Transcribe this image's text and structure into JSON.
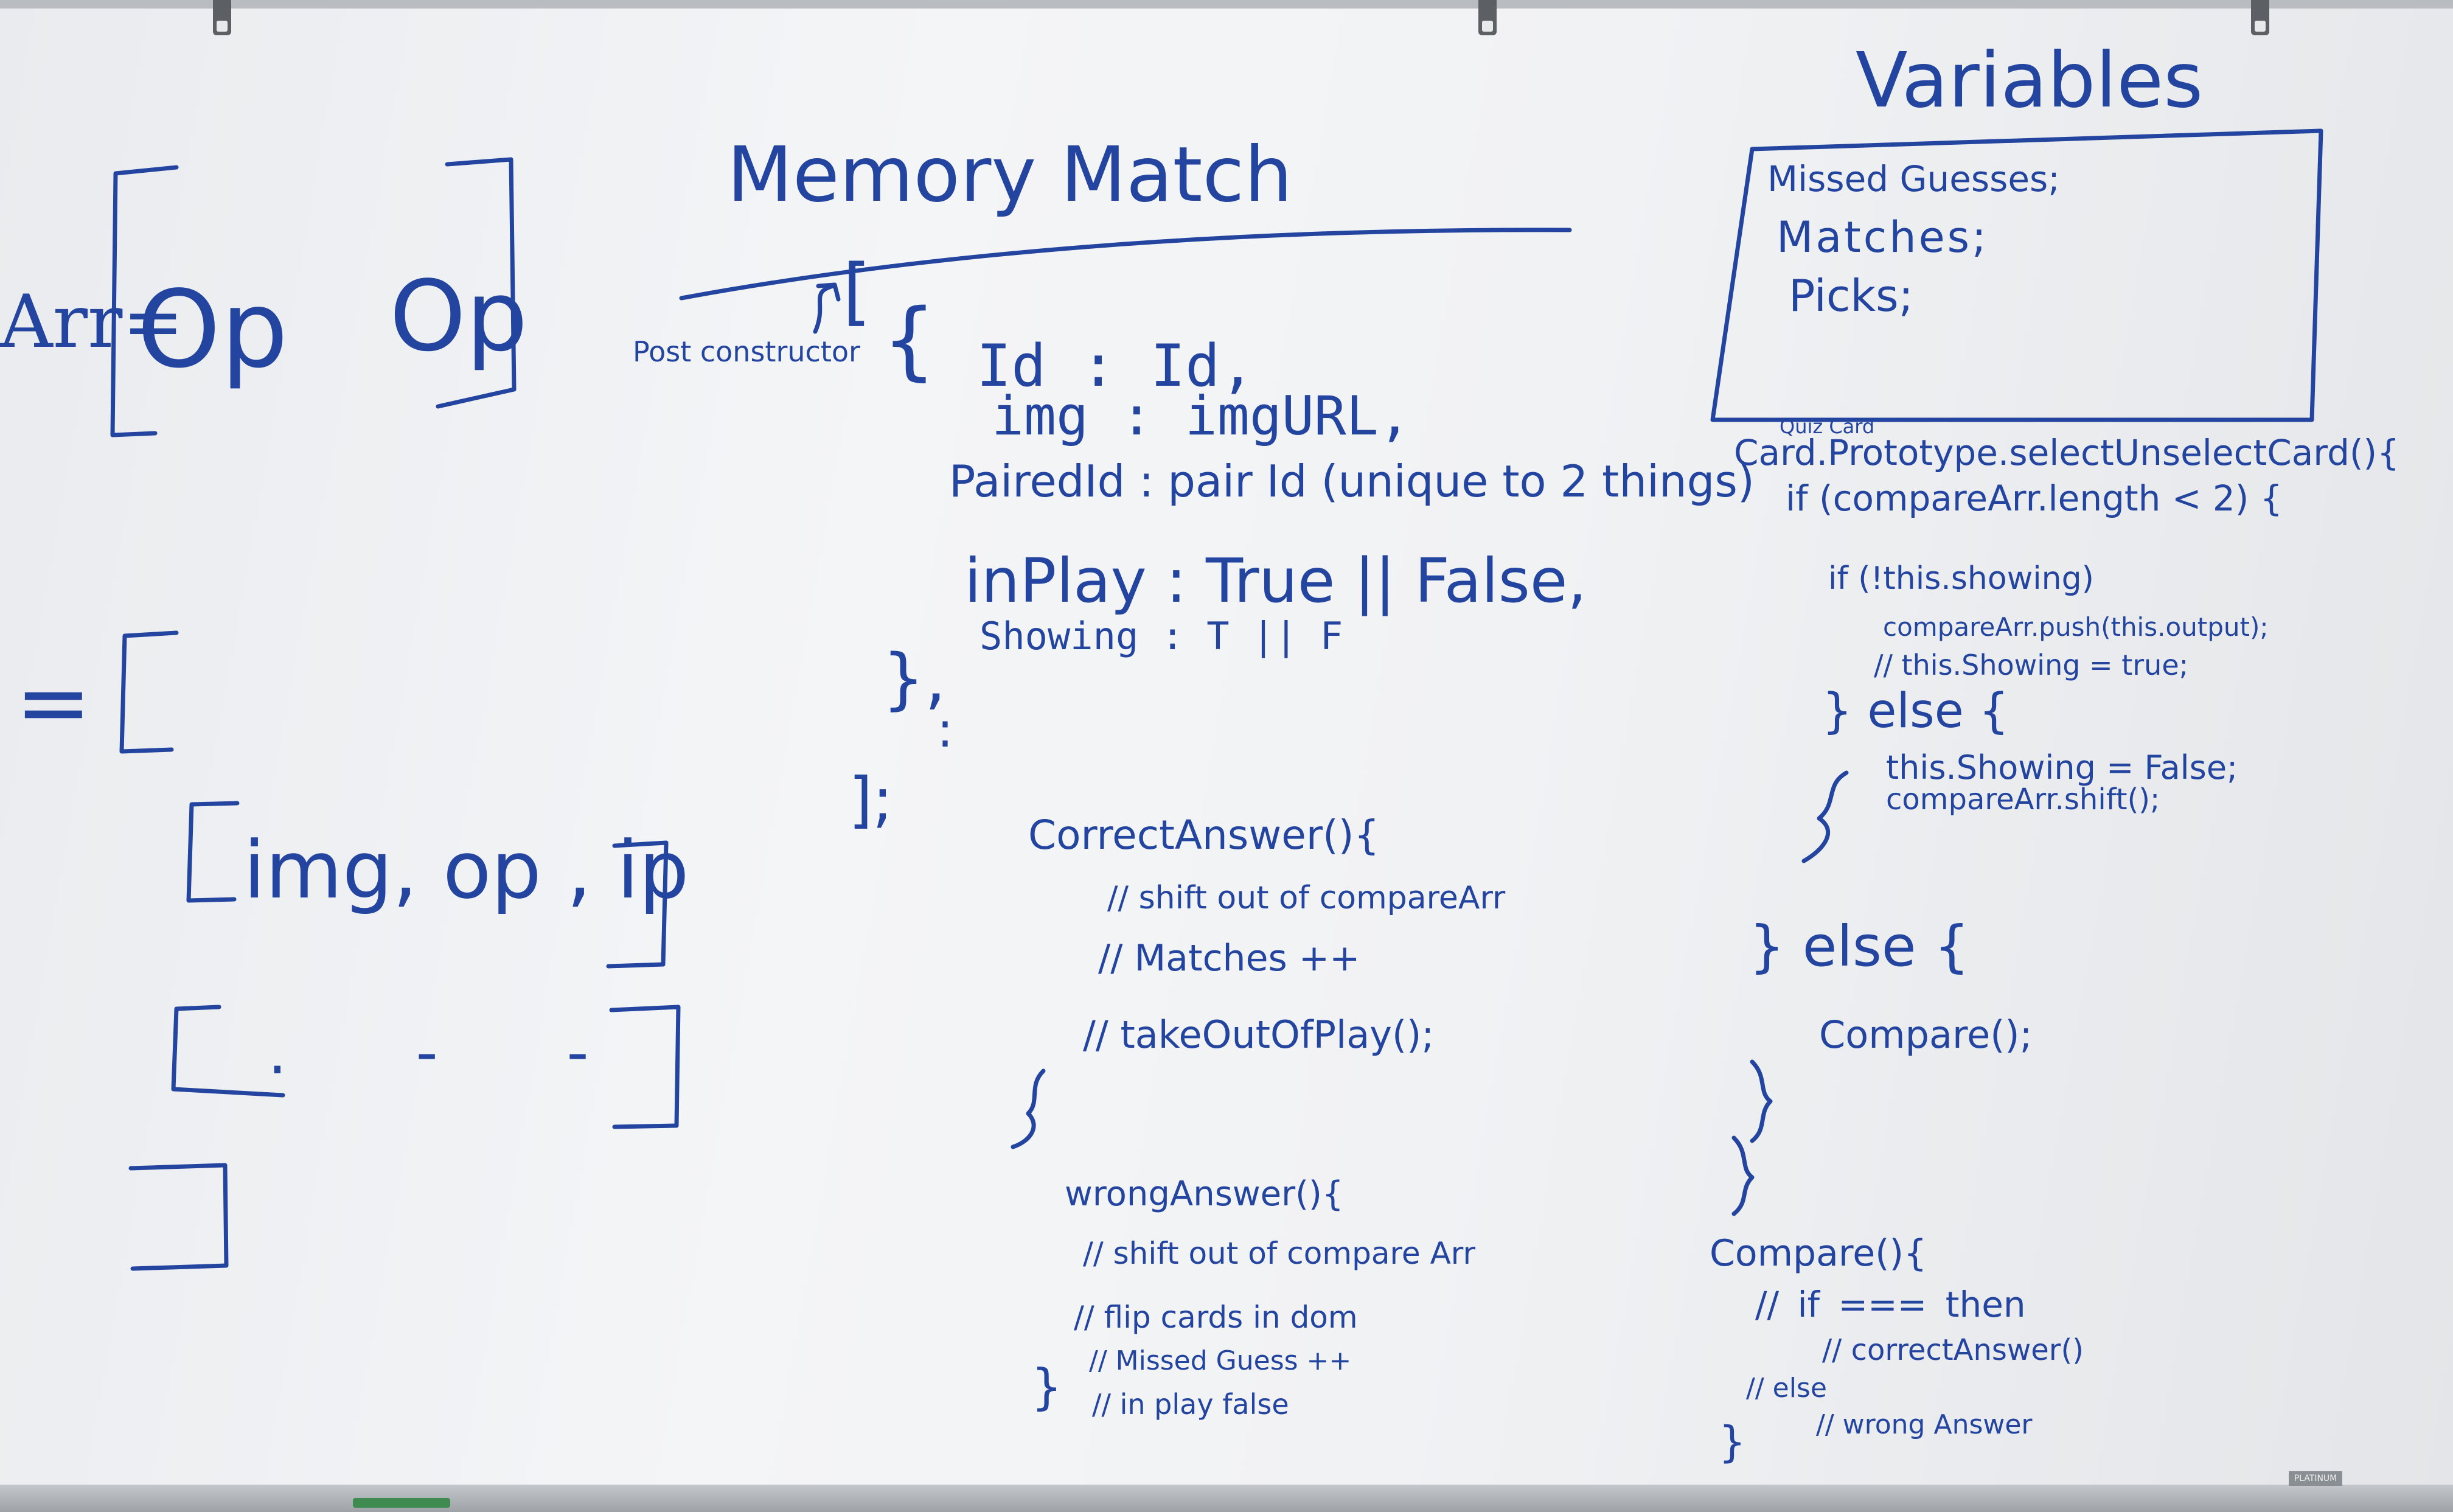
{
  "board": {
    "title": "Memory Match",
    "post_constructor": "Post constructor",
    "left": {
      "arr_label": "Arr=",
      "op_left": "Op",
      "op_right": "Op",
      "equals": "=",
      "row_one": "img, op , ip",
      "row_two": ". - -"
    },
    "card_object": {
      "open_bracket": "[",
      "open_brace": "{",
      "lines": [
        "Id : Id,",
        "img : imgURL,",
        "PairedId : pair Id (unique to 2 things)",
        "inPlay : True || False,",
        "Showing : T || F"
      ],
      "close_brace": "},",
      "ellipsis": ":",
      "close_bracket": "];"
    },
    "variables": {
      "heading": "Variables",
      "items": [
        "Missed Guesses;",
        "Matches;",
        "Picks;"
      ]
    },
    "correct_answer": {
      "signature": "CorrectAnswer(){",
      "lines": [
        "// shift out of compareArr",
        "// Matches ++",
        "// takeOutOfPlay();"
      ],
      "close": "}"
    },
    "wrong_answer": {
      "signature": "wrongAnswer(){",
      "lines": [
        "// shift out of compare Arr",
        "// flip cards in dom",
        "// Missed Guess ++",
        "// in play false"
      ],
      "close": "}"
    },
    "select_card": {
      "annotation": "Quiz Card",
      "signature": "Card.Prototype.selectUnselectCard(){",
      "lines": [
        "if (compareArr.length < 2) {",
        "if (!this.showing)",
        "compareArr.push(this.output);",
        "// this.Showing = true;",
        "} else {",
        "this.Showing = False;",
        "compareArr.shift();",
        "}",
        "} else {",
        "Compare();",
        "}",
        "}"
      ]
    },
    "compare": {
      "signature": "Compare(){",
      "lines": [
        "// if === then",
        "// correctAnswer()",
        "// else",
        "// wrong Answer"
      ],
      "close": "}"
    },
    "frame": {
      "brand": "PLATINUM",
      "ink_color": "#2345a0",
      "board_color": "#f1f2f4"
    }
  }
}
